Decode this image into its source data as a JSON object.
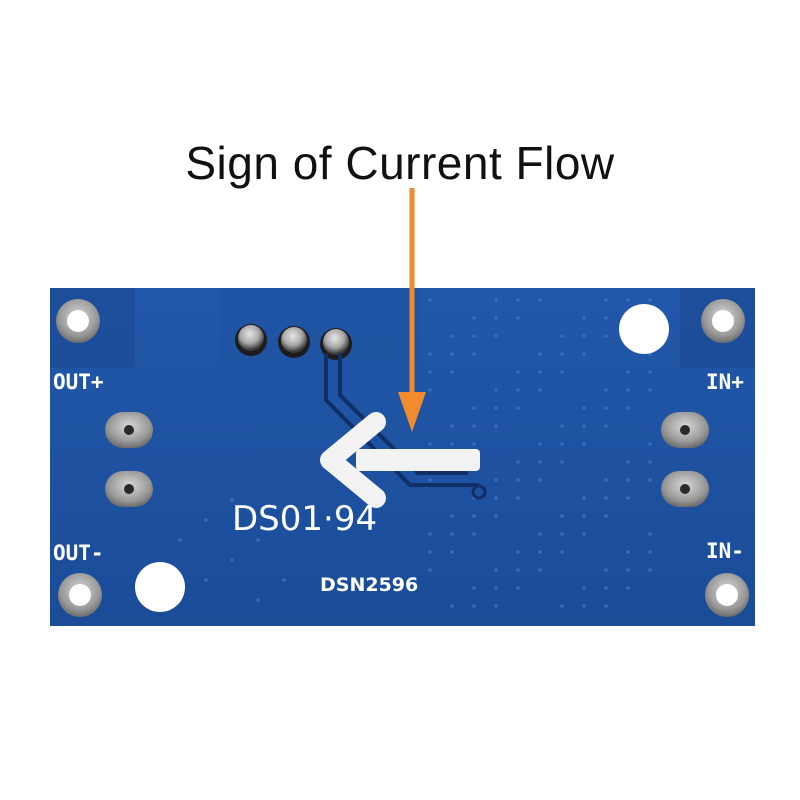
{
  "caption": "Sign of Current Flow",
  "board": {
    "labels": {
      "out_plus": "OUT+",
      "out_minus": "OUT-",
      "in_plus": "IN+",
      "in_minus": "IN-",
      "model": "DS01·94",
      "part": "DSN2596"
    },
    "colors": {
      "pcb": "#1d4f9c",
      "pcb_dark": "#173f82",
      "silkscreen": "#ffffff",
      "arrow": "#f28a2e",
      "pad": "#8f8f8f"
    }
  }
}
